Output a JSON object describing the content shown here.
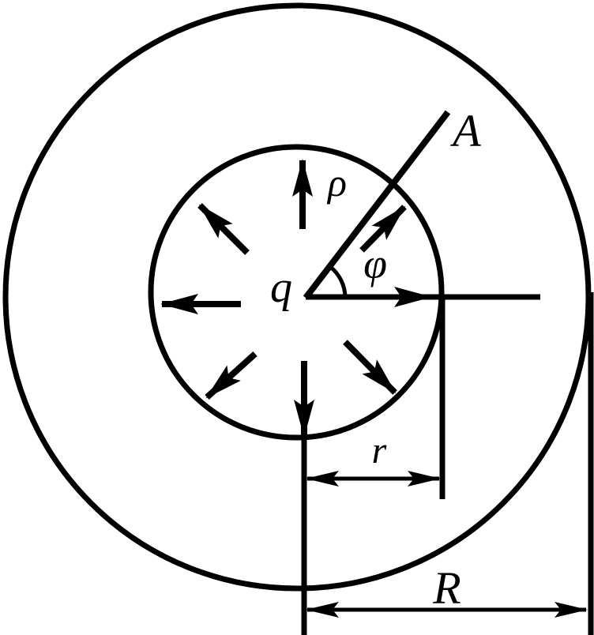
{
  "figure": {
    "kind": "physics-diagram",
    "description": "Point charge q at the common center of two concentric circles (radii r and R). Eight arrows radiate outward from the charge indicating the electric field. A straight ray from the charge to point A makes angle phi with the horizontal ray; rho labels the radial direction. Dimension arrows mark inner radius r and outer radius R.",
    "background_color": "#ffffff",
    "ink_color": "#000000",
    "labels": {
      "charge": "q",
      "rho": "ρ",
      "phi": "φ",
      "point": "A",
      "inner_radius": "r",
      "outer_radius": "R"
    }
  }
}
